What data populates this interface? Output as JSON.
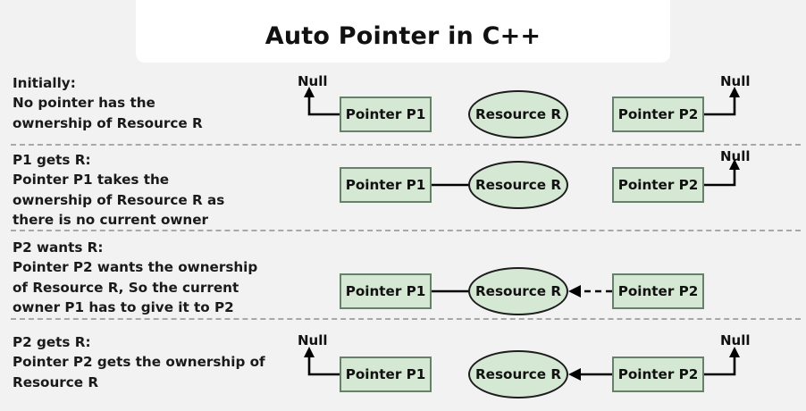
{
  "page": {
    "background_color": "#f2f2f2",
    "node_fill_color": "#d5e8d4",
    "box_border_color": "#67806a",
    "ellipse_border_color": "#1d1d1d",
    "divider_color": "#a8a8a8",
    "title_panel_color": "#ffffff"
  },
  "header": {
    "title": "Auto Pointer in C++"
  },
  "rows": [
    {
      "id": "initially",
      "description": [
        "Initially:",
        "No pointer has the",
        "ownership of Resource R"
      ],
      "nodes": {
        "p1": "Pointer P1",
        "resource": "Resource R",
        "p2": "Pointer P2"
      },
      "null_left": "Null",
      "null_right": "Null"
    },
    {
      "id": "p1-gets-r",
      "description": [
        "P1 gets R:",
        "Pointer P1 takes the",
        "ownership of Resource R as",
        "there is no current owner"
      ],
      "nodes": {
        "p1": "Pointer P1",
        "resource": "Resource R",
        "p2": "Pointer P2"
      },
      "null_right": "Null"
    },
    {
      "id": "p2-wants-r",
      "description": [
        "P2 wants R:",
        "Pointer P2 wants the ownership",
        "of Resource R, So the current",
        "owner P1 has to give it to P2"
      ],
      "nodes": {
        "p1": "Pointer P1",
        "resource": "Resource R",
        "p2": "Pointer P2"
      }
    },
    {
      "id": "p2-gets-r",
      "description": [
        "P2 gets R:",
        "Pointer P2 gets the ownership of",
        "Resource R"
      ],
      "nodes": {
        "p1": "Pointer P1",
        "resource": "Resource R",
        "p2": "Pointer P2"
      },
      "null_left": "Null",
      "null_right": "Null"
    }
  ]
}
